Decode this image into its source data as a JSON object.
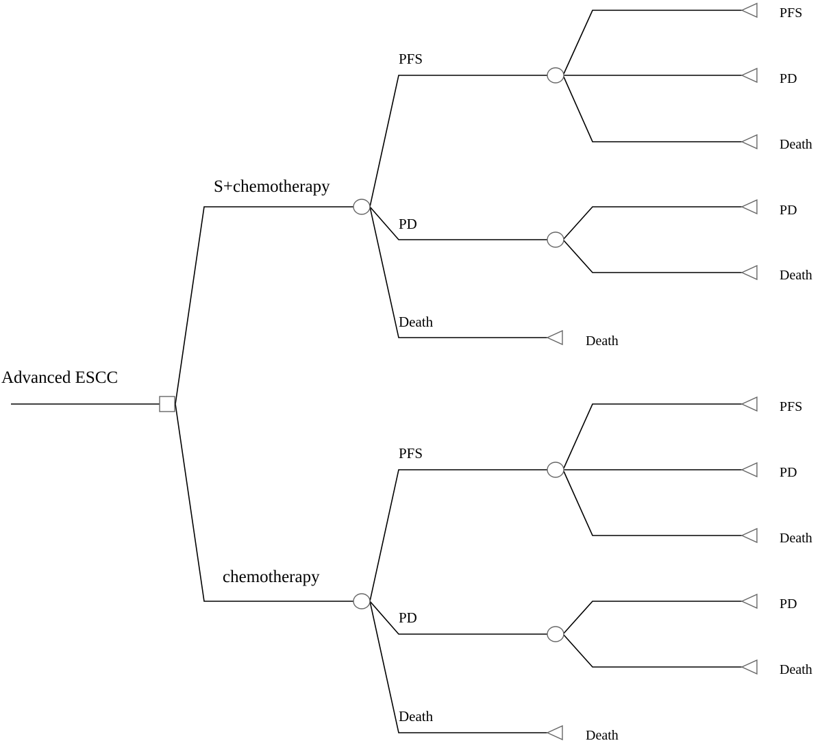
{
  "root": {
    "label": "Advanced ESCC"
  },
  "strategies": [
    {
      "label": "S+chemotherapy",
      "states": [
        {
          "label": "PFS",
          "outcomes": [
            "PFS",
            "PD",
            "Death"
          ]
        },
        {
          "label": "PD",
          "outcomes": [
            "PD",
            "Death"
          ]
        },
        {
          "label": "Death",
          "outcomes": [
            "Death"
          ]
        }
      ]
    },
    {
      "label": "chemotherapy",
      "states": [
        {
          "label": "PFS",
          "outcomes": [
            "PFS",
            "PD",
            "Death"
          ]
        },
        {
          "label": "PD",
          "outcomes": [
            "PD",
            "Death"
          ]
        },
        {
          "label": "Death",
          "outcomes": [
            "Death"
          ]
        }
      ]
    }
  ],
  "colors": {
    "line": "#000000",
    "node_outline": "#666666",
    "background": "#ffffff"
  }
}
